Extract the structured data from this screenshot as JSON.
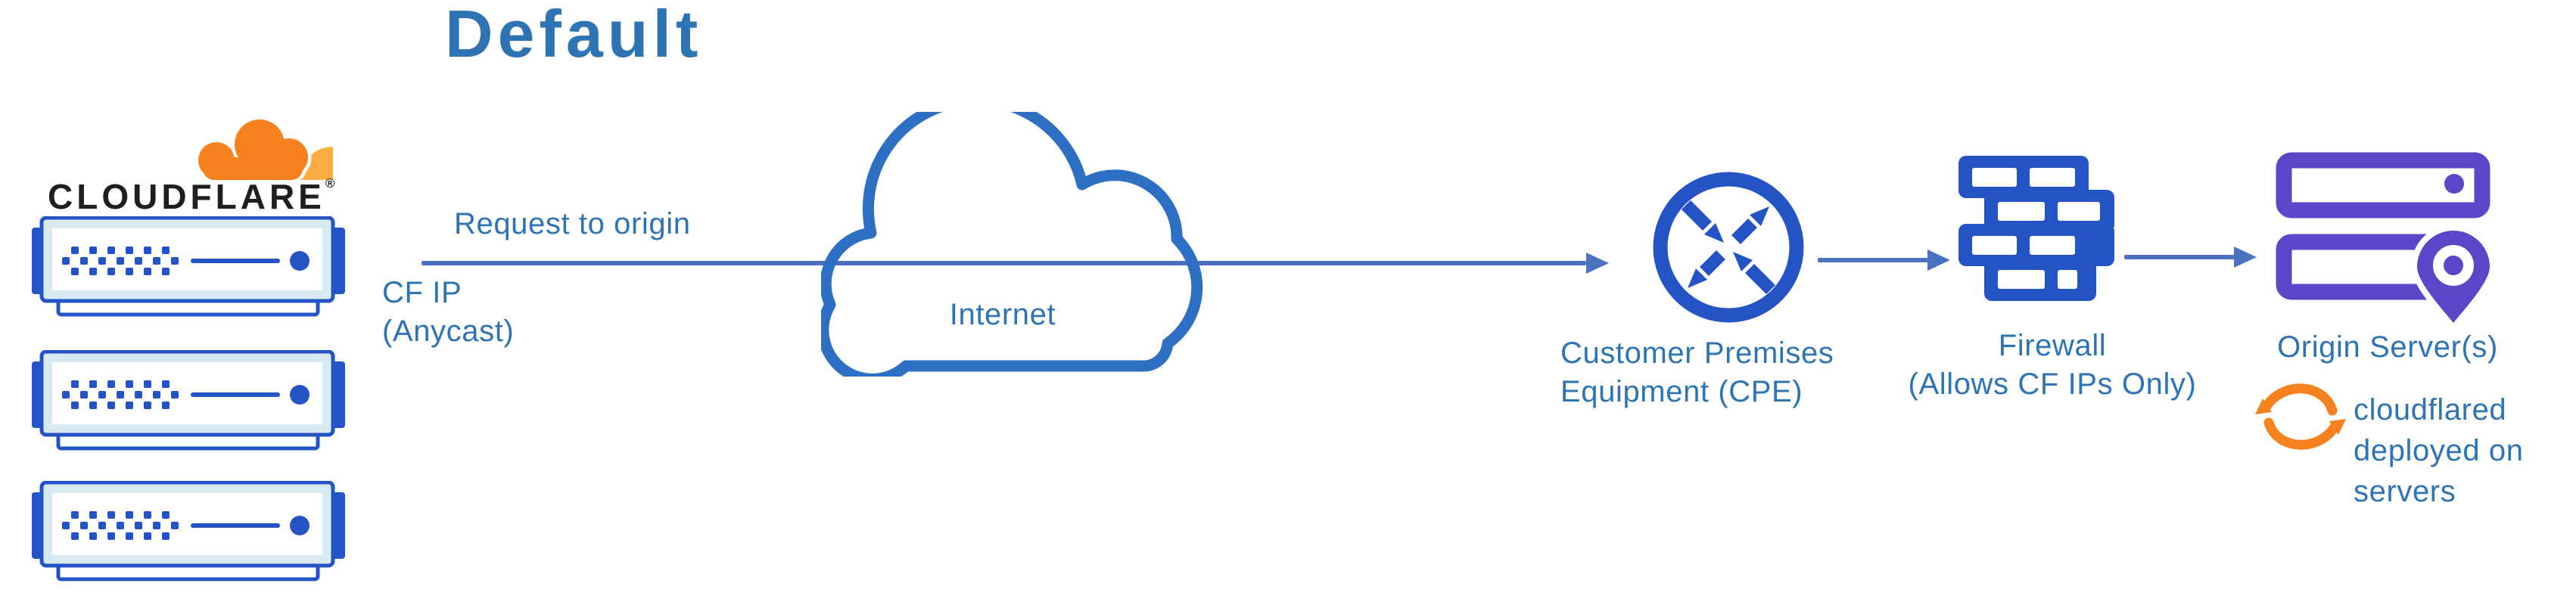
{
  "diagram": {
    "title": "Default",
    "brand": {
      "wordmark": "CLOUDFLARE",
      "registered_mark": "®"
    },
    "edge": {
      "request_arrow_label": "Request to origin",
      "ip_label_line1": "CF IP",
      "ip_label_line2": "(Anycast)"
    },
    "internet": {
      "label": "Internet"
    },
    "cpe": {
      "label_line1": "Customer Premises",
      "label_line2": "Equipment (CPE)"
    },
    "firewall": {
      "label_line1": "Firewall",
      "label_line2": "(Allows CF IPs Only)"
    },
    "origin": {
      "label": "Origin Server(s)",
      "note_line1": "cloudflared",
      "note_line2": "deployed on",
      "note_line3": "servers"
    },
    "colors": {
      "title_text": "#2E74B5",
      "label_text": "#2E74B5",
      "arrow": "#4A72C0",
      "icon_blue": "#2453C6",
      "icon_pale_fill": "#D8EAF1",
      "cloud_outline": "#2D6FC2",
      "origin_purple": "#5B46C8",
      "cloudflare_orange": "#F6821F",
      "cloudflare_orange_light": "#FBAD41",
      "wordmark_text": "#1F1F1F"
    },
    "icons": {
      "logo": "cloudflare-cloud-icon",
      "edge": "edge-server-icon",
      "internet": "internet-cloud-icon",
      "cpe": "router-cpe-icon",
      "firewall": "firewall-brick-icon",
      "origin": "origin-servers-icon",
      "origin_pin": "location-pin-icon",
      "cloudflared": "sync-arrows-icon",
      "flow": "arrow-right-icon"
    }
  }
}
